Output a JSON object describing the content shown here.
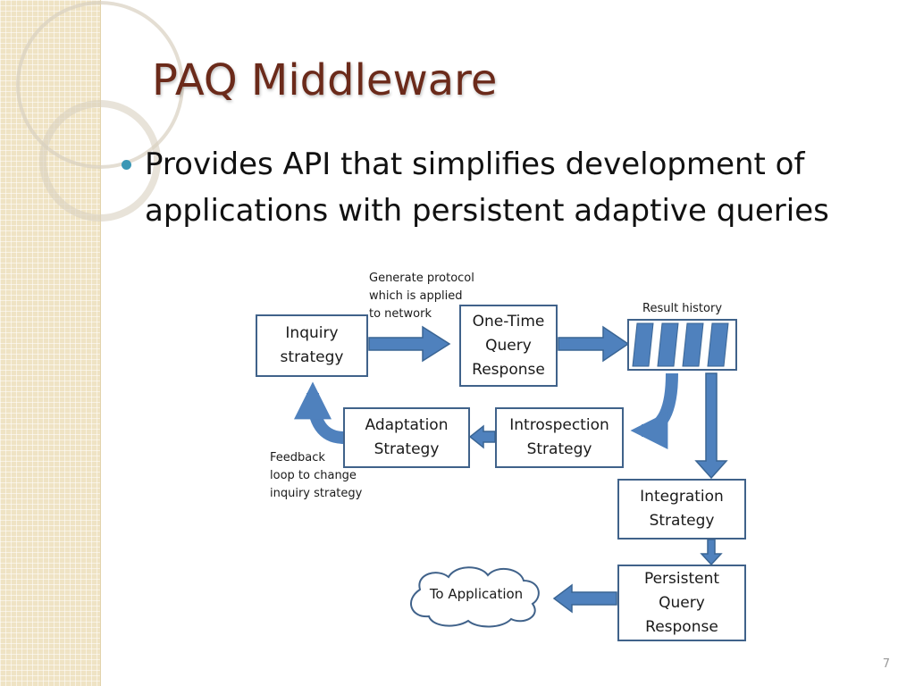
{
  "slide": {
    "title": "PAQ Middleware",
    "bullets": [
      {
        "text": "Provides API that simplifies development of applications with persistent adaptive queries"
      }
    ],
    "slide_number": "7"
  },
  "diagram": {
    "nodes": {
      "inquiry": "Inquiry\nstrategy",
      "one_time": "One-Time\nQuery\nResponse",
      "adaptation": "Adaptation\nStrategy",
      "introspection": "Introspection\nStrategy",
      "integration": "Integration\nStrategy",
      "persistent": "Persistent\nQuery\nResponse",
      "to_application": "To Application"
    },
    "notes": {
      "generate_protocol": "Generate protocol\nwhich is applied\nto network",
      "result_history": "Result history",
      "feedback_loop": "Feedback\nloop to change\ninquiry strategy"
    },
    "colors": {
      "arrow_fill": "#4f81bd",
      "arrow_stroke": "#3a6594",
      "box_border": "#40628a",
      "title": "#6b2a1a",
      "bullet": "#3b97b5",
      "side_band": "#efe3c4"
    }
  }
}
